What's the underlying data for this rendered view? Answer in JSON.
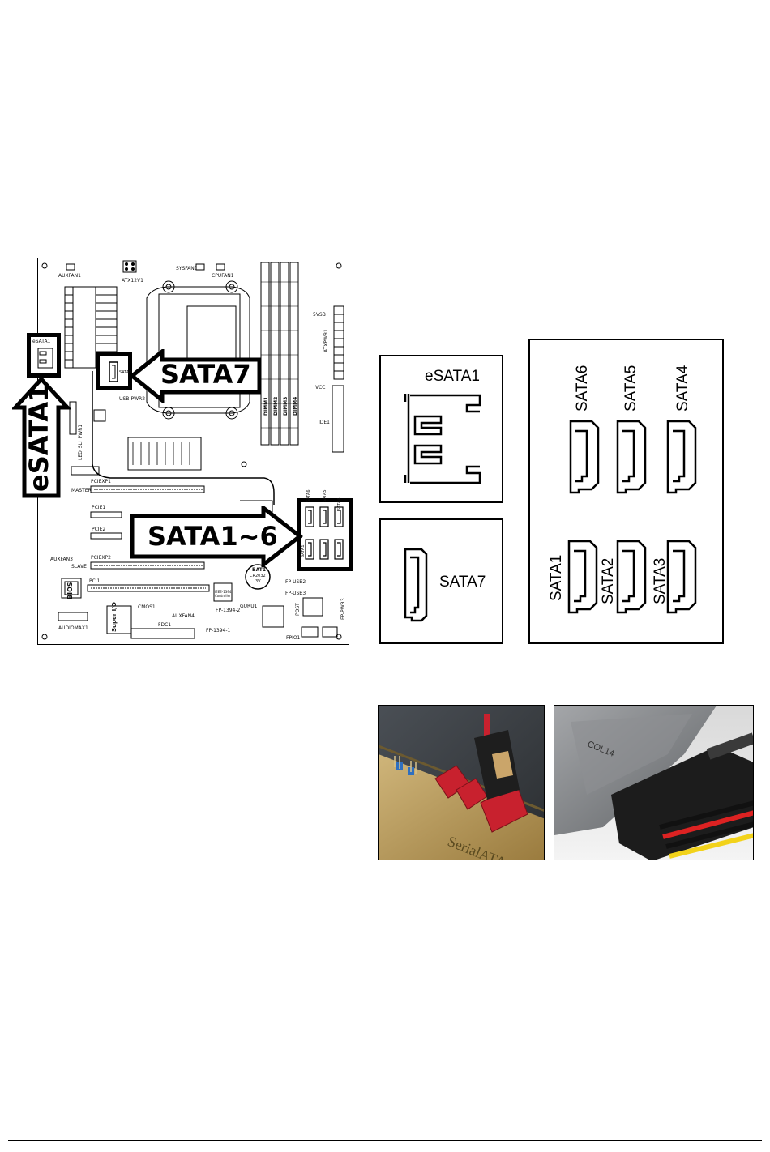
{
  "board": {
    "labels": {
      "auxfan1": "AUXFAN1",
      "atx12v1": "ATX12V1",
      "sysfan1": "SYSFAN1",
      "cpufan1": "CPUFAN1",
      "esata1_small": "eSATA1",
      "sata7_small": "SATA7",
      "usb_pwr2": "USB-PWR2",
      "led_sli_pwr1": "LED_SLI_PWR1",
      "master": "MASTER",
      "pciexp1": "PCIEXP1",
      "pcie1": "PCIE1",
      "pcie2": "PCIE2",
      "pciexp2": "PCIEXP2",
      "auxfan3": "AUXFAN3",
      "slave": "SLAVE",
      "pci1": "PCI1",
      "bios": "BIOS",
      "audiomax1": "AUDIOMAX1",
      "cmos1": "CMOS1",
      "auxfan4": "AUXFAN4",
      "fdc1": "FDC1",
      "super_io": "Super I/O",
      "fp_1394_1": "FP-1394-1",
      "fp_1394_2": "FP-1394-2",
      "guru1": "GURU1",
      "chip_1394": "IEEE-1394 Controller",
      "bat1": "BAT1",
      "bat_type": "CR2032",
      "bat_volt": "3V",
      "post": "POST",
      "fp_usb2": "FP-USB2",
      "fp_usb3": "FP-USB3",
      "fpio1": "FPIO1",
      "fp_pwr3": "FP-PWR3",
      "vcc": "VCC",
      "ide1": "IDE1",
      "five_vsb": "5VSB",
      "atxpwr1": "ATXPWR1",
      "dimm1": "DIMM1",
      "dimm2": "DIMM2",
      "dimm3": "DIMM3",
      "dimm4": "DIMM4",
      "sata1_s": "SATA1",
      "sata4_s": "SATA4",
      "sata5_s": "SATA5",
      "sata6_s": "SATA6"
    },
    "callouts": {
      "sata7": "SATA7",
      "esata1": "eSATA1",
      "sata1_6": "SATA1~6"
    }
  },
  "diagrams": {
    "esata1": "eSATA1",
    "sata7": "SATA7",
    "sata1": "SATA1",
    "sata2": "SATA2",
    "sata3": "SATA3",
    "sata4": "SATA4",
    "sata5": "SATA5",
    "sata6": "SATA6"
  },
  "photos": {
    "left_board_text": "SerialATA",
    "right_drive_text": "COL14"
  },
  "colors": {
    "photo_sata_red": "#c8212e",
    "board_tan": "#b89a5a",
    "drive_gray": "#8d8f92"
  }
}
